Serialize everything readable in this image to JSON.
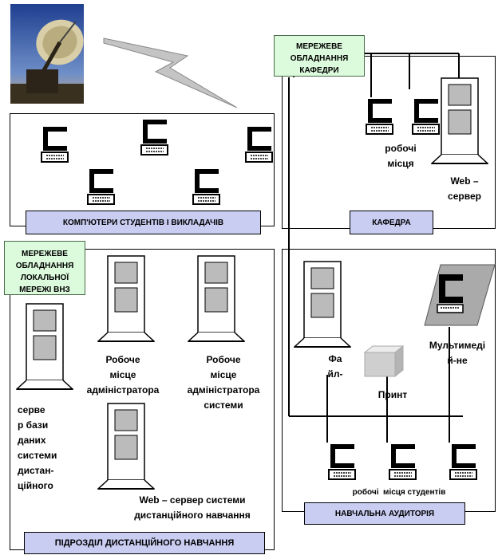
{
  "labels": {
    "students": "КОМП'ЮТЕРИ  СТУДЕНТІВ  І ВИКЛАДАЧІВ",
    "department": "КАФЕДРА",
    "distance_unit": "ПІДРОЗДІЛ ДИСТАНЦІЙНОГО НАВЧАННЯ",
    "classroom": "НАВЧАЛЬНА  АУДИТОРІЯ"
  },
  "network": {
    "dept_equipment": "МЕРЕЖЕВЕ ОБЛАДНАННЯ КАФЕДРИ",
    "local_equipment": "МЕРЕЖЕВЕ ОБЛАДНАННЯ ЛОКАЛЬНОЇ МЕРЕЖІ ВНЗ"
  },
  "texts": {
    "workstations": "робочі\nмісця",
    "web_server": "Web –\nсервер",
    "admin_workstation": "Робоче\nмісце\nадміністратора",
    "system_admin": "Робоче\nмісце\nадміністратора\nсистеми",
    "db_server": "серве\nр бази\nданих\nсистеми\nдистан-\nційного",
    "web_server_distance": "Web – сервер системи\nдистанційного навчання",
    "file_server": "Фа\nйл-",
    "printer": "Принт",
    "multimedia": "Мультимеді\nй-не",
    "student_workstations": "робочі  місця студентів"
  },
  "icons": [
    "satellite-dish-icon",
    "lightning-icon",
    "computer-icon",
    "server-tower-icon",
    "printer-icon",
    "projector-icon"
  ]
}
